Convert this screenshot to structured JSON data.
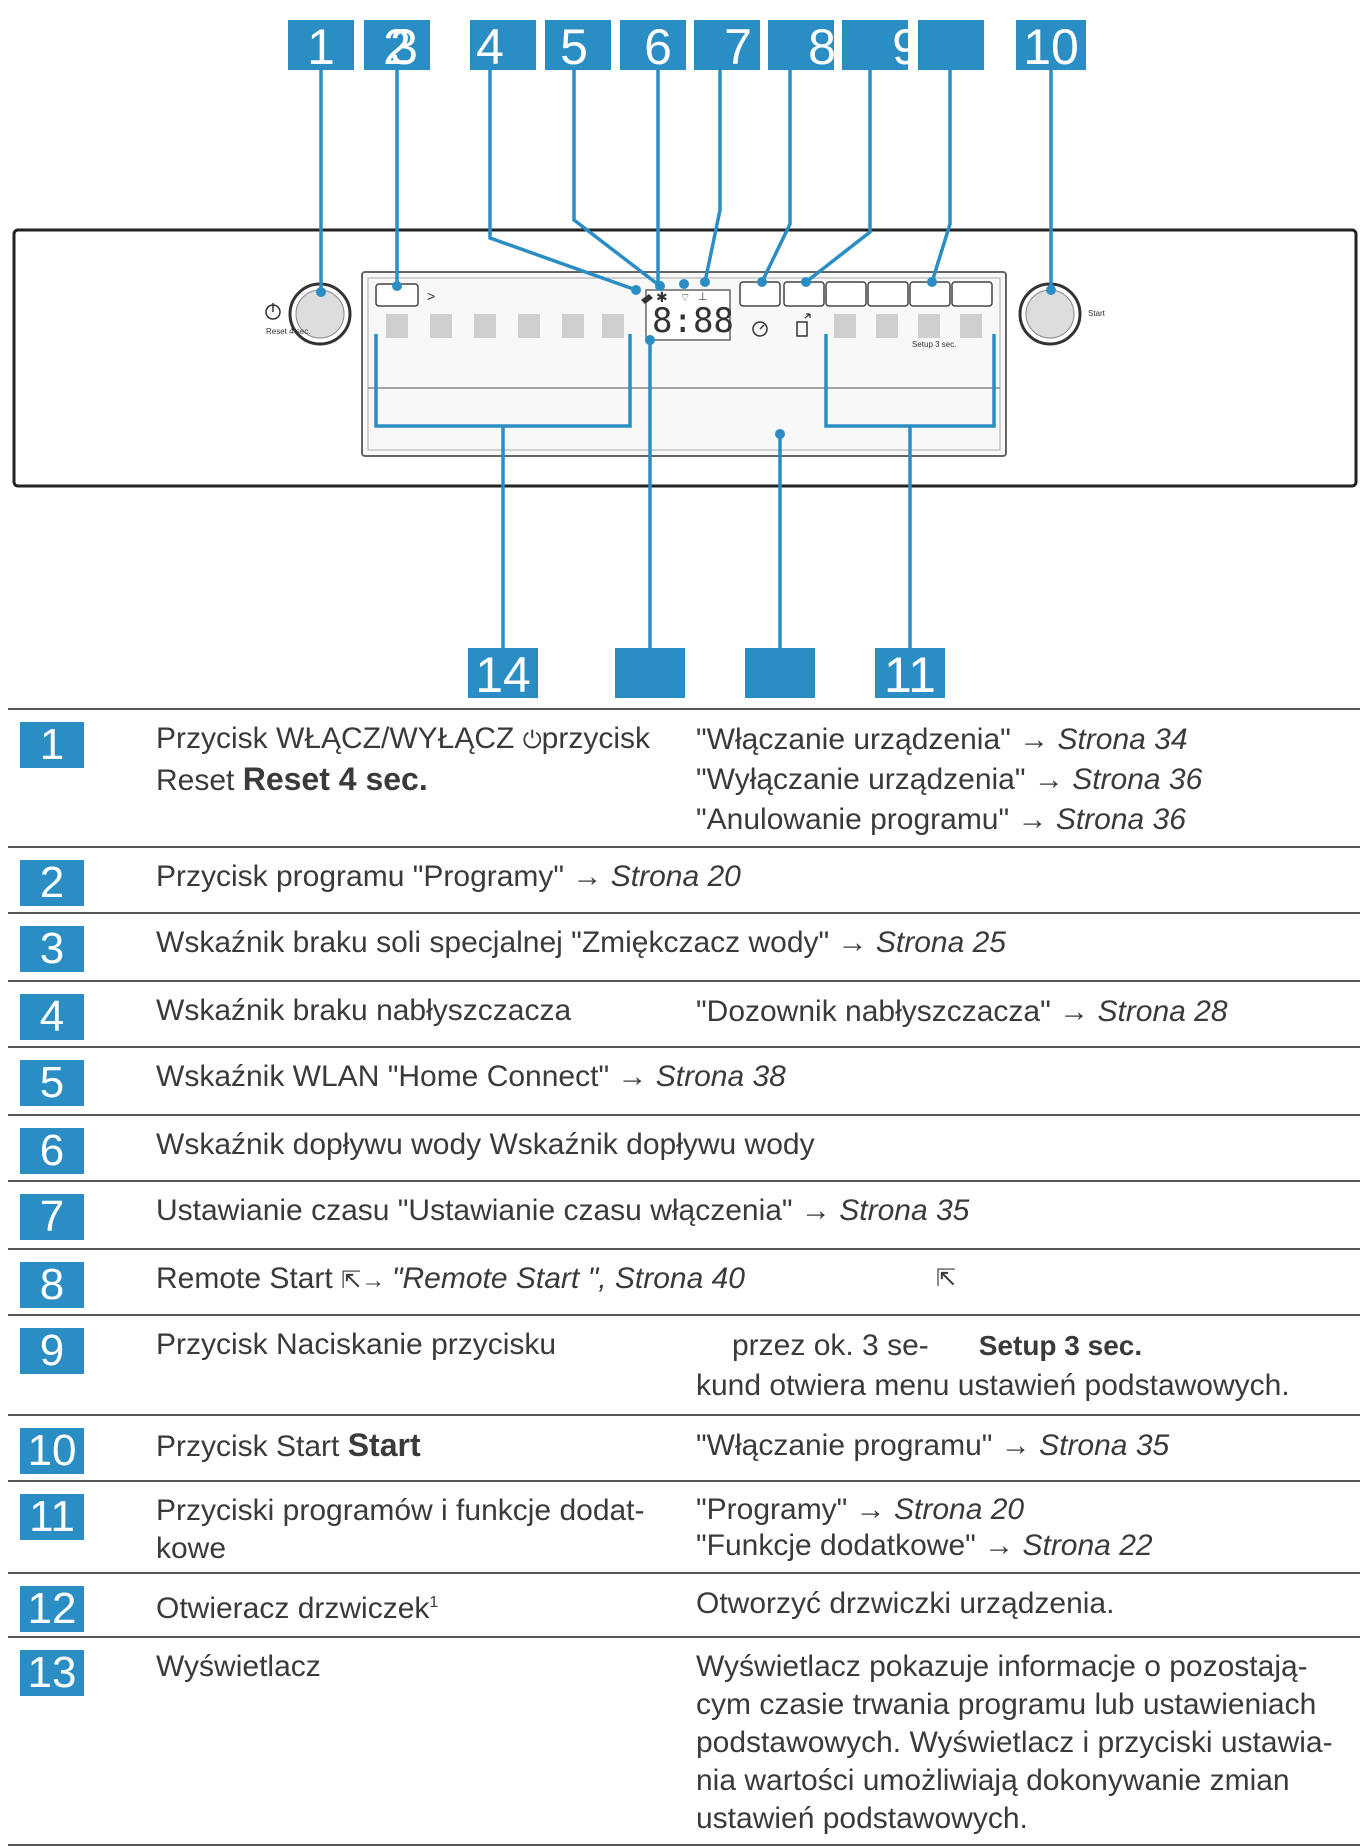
{
  "callouts_top": [
    "1",
    "2",
    "3",
    "4",
    "5",
    "6",
    "7",
    "8",
    "9",
    "",
    "10"
  ],
  "callouts_bottom": [
    "14",
    "",
    "",
    "11"
  ],
  "panel": {
    "display_digits": "8:88",
    "on_off_caption": "Reset 4 sec.",
    "start_caption": "Start",
    "setup_caption": "Setup 3 sec.",
    "menu_glyph": ">"
  },
  "rows": [
    {
      "num": "1",
      "desc_parts": [
        "Przycisk WŁĄCZ/WYŁĄCZ ",
        "⏻",
        "przycisk Reset",
        "Reset 4 sec."
      ],
      "refs": [
        [
          "\"Włączanie urządzenia\" → ",
          "Strona 34"
        ],
        [
          "\"Wyłączanie urządzenia\" → ",
          "Strona 36"
        ],
        [
          "\"Anulowanie programu\" → ",
          "Strona 36"
        ]
      ]
    },
    {
      "num": "2",
      "desc_parts": [
        "Przycisk programu \"Programy\" → ",
        "Strona 20"
      ]
    },
    {
      "num": "3",
      "desc_parts": [
        "Wskaźnik braku soli specjalnej \"Zmiękczacz wody\" → ",
        "Strona 25"
      ]
    },
    {
      "num": "4",
      "desc": "Wskaźnik braku nabłyszczacza",
      "refs": [
        [
          "\"Dozownik nabłyszczacza\" → ",
          "Strona 28"
        ]
      ]
    },
    {
      "num": "5",
      "desc_parts": [
        "Wskaźnik WLAN \"Home Connect\" → ",
        "Strona 38"
      ]
    },
    {
      "num": "6",
      "desc": "Wskaźnik dopływu wody Wskaźnik dopływu wody"
    },
    {
      "num": "7",
      "desc_parts": [
        "Ustawianie czasu \"Ustawianie czasu włączenia\" → ",
        "Strona 35"
      ]
    },
    {
      "num": "8",
      "desc_parts": [
        "Remote Start ",
        "⇱→ ",
        "\"Remote Start \", Strona 40"
      ],
      "extra_icon": "⇱"
    },
    {
      "num": "9",
      "desc_parts": [
        "Przycisk ",
        "Naciskanie przycisku"
      ],
      "refs_plain": [
        "przez ok. 3 se-",
        "kund otwiera menu ustawień podstawowych."
      ],
      "setup_caption": "Setup 3 sec."
    },
    {
      "num": "10",
      "desc_parts": [
        "Przycisk Start ",
        "Start"
      ],
      "refs": [
        [
          "\"Włączanie programu\" → ",
          "Strona 35"
        ]
      ]
    },
    {
      "num": "11",
      "desc_lines": [
        "Przyciski programów i funkcje dodat-",
        "kowe"
      ],
      "refs": [
        [
          "\"Programy\" → ",
          "Strona 20"
        ],
        [
          "\"Funkcje dodatkowe\" → ",
          "Strona 22"
        ]
      ]
    },
    {
      "num": "12",
      "desc": "Otwieracz drzwiczek",
      "sup": "1",
      "ref_plain": "Otworzyć drzwiczki urządzenia."
    },
    {
      "num": "13",
      "desc": "Wyświetlacz",
      "ref_lines": [
        "Wyświetlacz pokazuje informacje o pozostają-",
        "cym czasie trwania programu lub ustawieniach",
        "podstawowych. Wyświetlacz i przyciski ustawia-",
        "nia wartości umożliwiają dokonywanie zmian",
        "ustawień podstawowych."
      ]
    }
  ]
}
